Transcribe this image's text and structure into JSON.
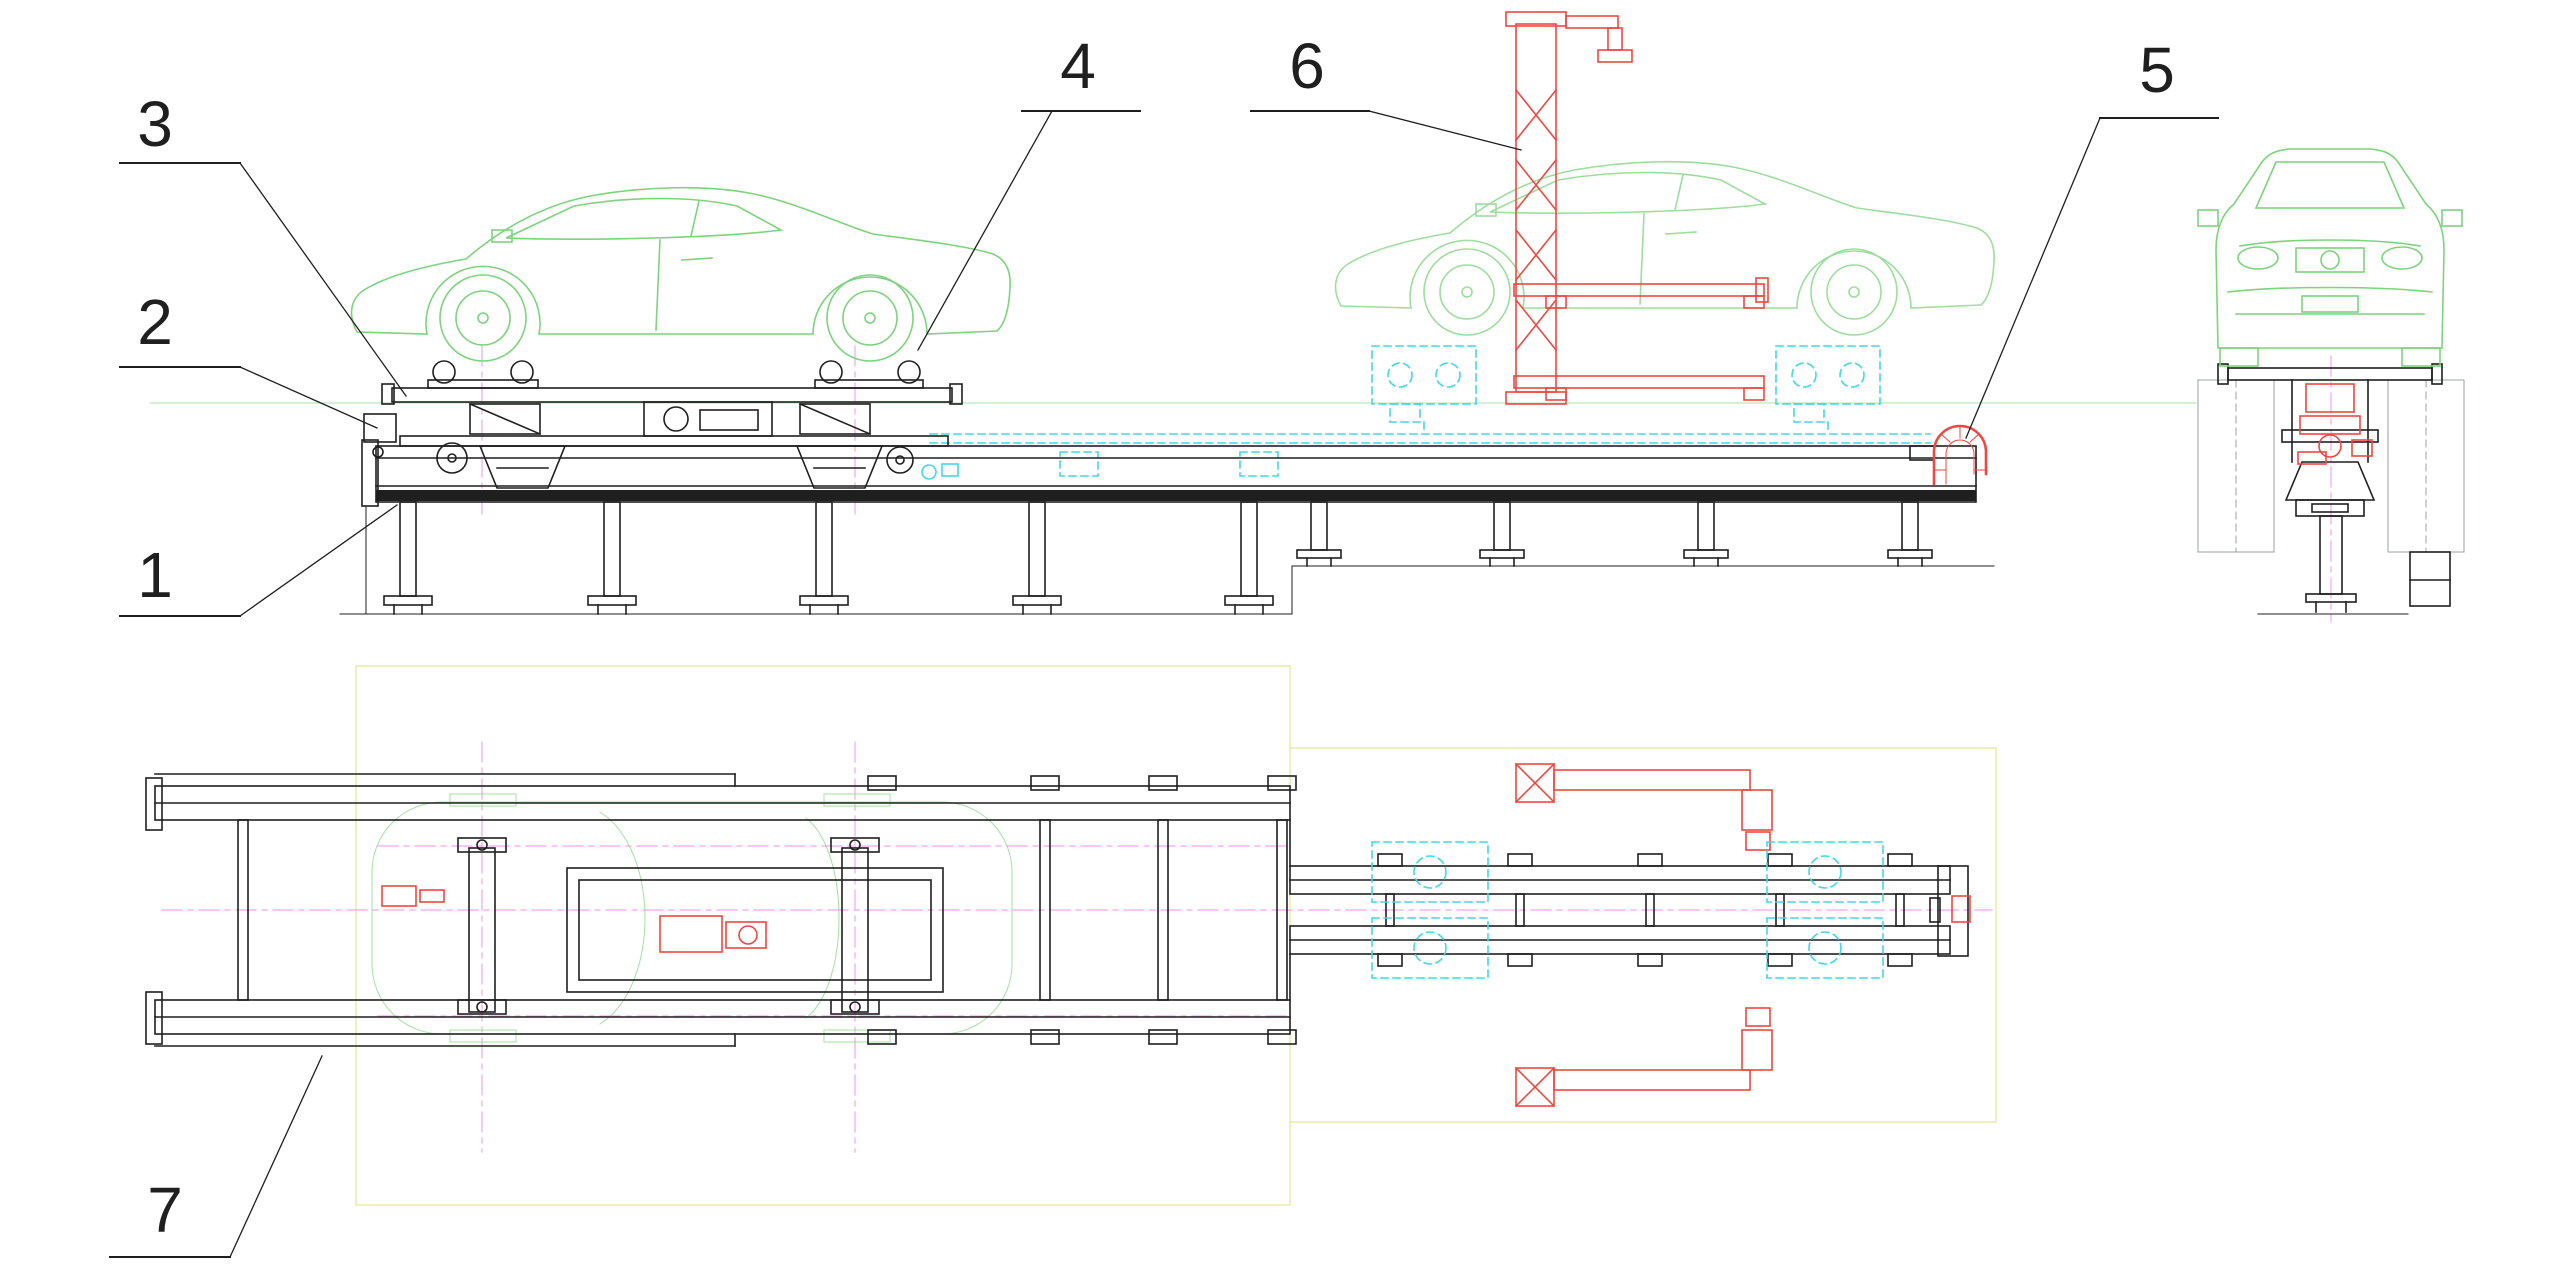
{
  "drawing": {
    "callouts": [
      {
        "label": "1"
      },
      {
        "label": "2"
      },
      {
        "label": "3"
      },
      {
        "label": "4"
      },
      {
        "label": "5"
      },
      {
        "label": "6"
      },
      {
        "label": "7"
      }
    ],
    "palette": {
      "line": "#1f1f1f",
      "car_green": "#7cd47c",
      "red": "#ee4840",
      "cyan": "#41d8e8",
      "yellow": "#e2e27a",
      "magenta": "#f0a8ec",
      "gray": "#9aa0a0",
      "background": "#ffffff"
    }
  }
}
